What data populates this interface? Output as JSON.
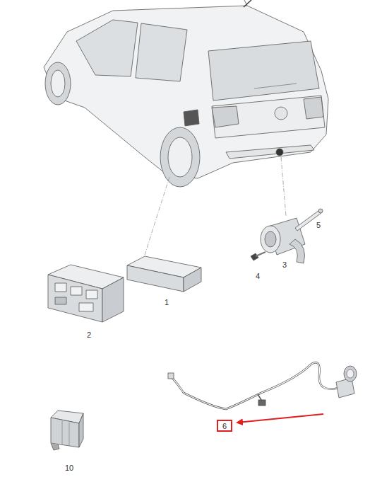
{
  "diagram": {
    "nodes": [
      {
        "text": [
          "6"
        ]
      }
    ],
    "labels": [
      "1",
      "2",
      "3",
      "4",
      "5",
      "10"
    ]
  }
}
